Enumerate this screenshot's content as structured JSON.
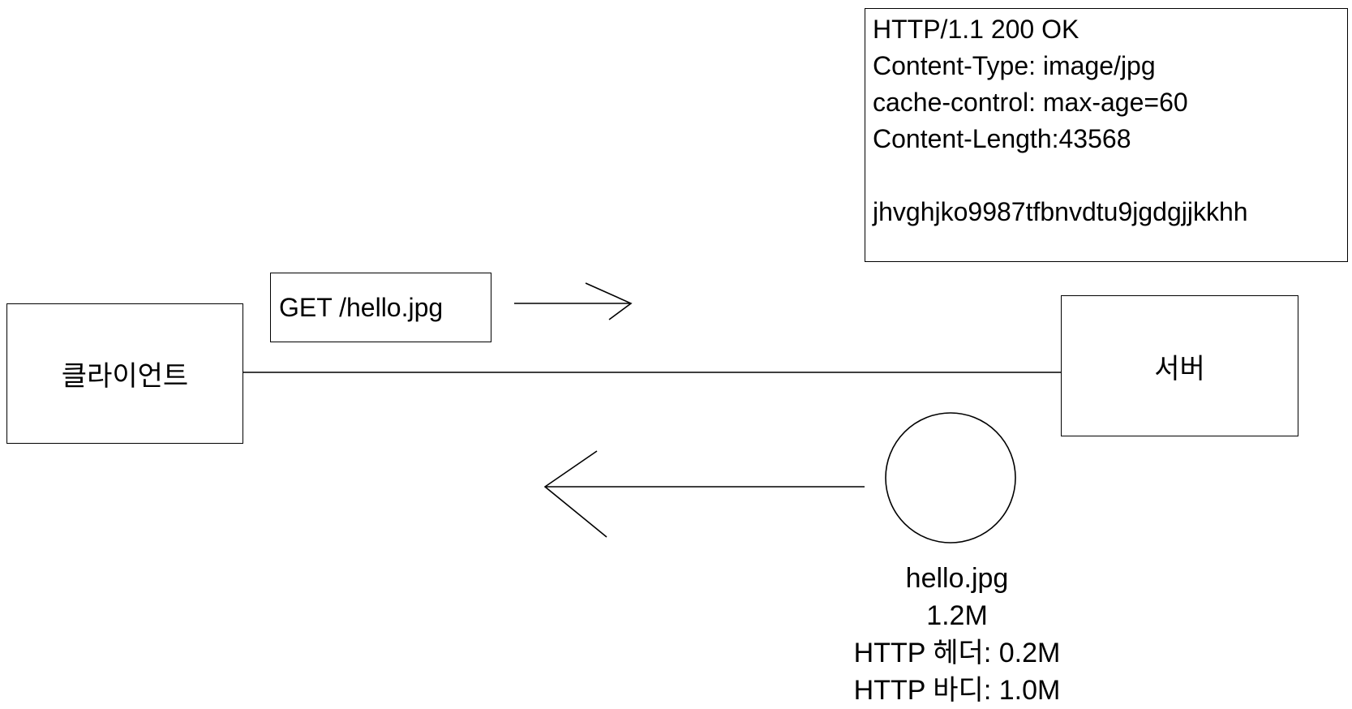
{
  "client": {
    "label": "클라이언트"
  },
  "server": {
    "label": "서버"
  },
  "request": {
    "text": "GET /hello.jpg"
  },
  "response": {
    "lines": [
      "HTTP/1.1 200 OK",
      "Content-Type: image/jpg",
      "cache-control: max-age=60",
      "Content-Length:43568",
      "",
      "jhvghjko9987tfbnvdtu9jgdgjjkkhh"
    ]
  },
  "file": {
    "name": "hello.jpg",
    "size": "1.2M",
    "header_size": "HTTP 헤더: 0.2M",
    "body_size": "HTTP 바디: 1.0M"
  },
  "colors": {
    "stroke": "#000000",
    "background": "#ffffff"
  }
}
